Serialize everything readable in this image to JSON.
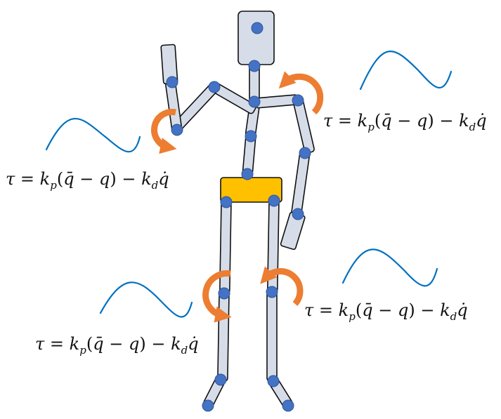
{
  "figure": {
    "equations": {
      "top_right": "τ = k_p(q̄ − q) − k_d q̇",
      "left": "τ = k_p(q̄ − q) − k_d q̇",
      "bottom_right": "τ = k_p(q̄ − q) − k_d q̇",
      "bottom_left": "τ = k_p(q̄ − q) − k_d q̇"
    },
    "equation_parts": {
      "tau": "τ",
      "eq": " = ",
      "k": "k",
      "p": "p",
      "open": "(",
      "qbar": "q̄",
      "minus": " − ",
      "q": "q",
      "close": ")",
      "d": "d",
      "qdot": "q̇"
    },
    "colors": {
      "link_fill": "#d6dde8",
      "joint": "#4472c4",
      "pelvis": "#ffc000",
      "torque_arrow": "#ed7d31",
      "signal_wave": "#0070c0"
    }
  }
}
